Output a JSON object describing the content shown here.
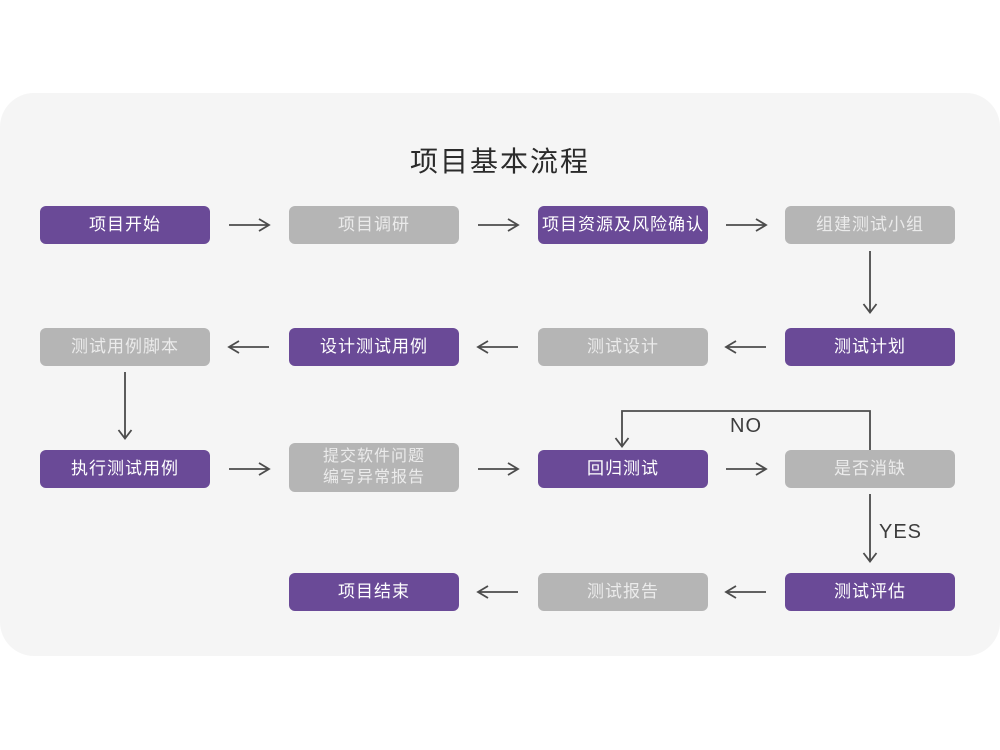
{
  "diagram": {
    "title": "项目基本流程",
    "decision_labels": {
      "no": "NO",
      "yes": "YES"
    }
  },
  "nodes": [
    {
      "label": "项目开始",
      "variant": "purple"
    },
    {
      "label": "项目调研",
      "variant": "gray"
    },
    {
      "label": "项目资源及风险确认",
      "variant": "purple"
    },
    {
      "label": "组建测试小组",
      "variant": "gray"
    },
    {
      "label": "测试用例脚本",
      "variant": "gray"
    },
    {
      "label": "设计测试用例",
      "variant": "purple"
    },
    {
      "label": "测试设计",
      "variant": "gray"
    },
    {
      "label": "测试计划",
      "variant": "purple"
    },
    {
      "label": "执行测试用例",
      "variant": "purple"
    },
    {
      "label": "提交软件问题\n编写异常报告",
      "variant": "gray"
    },
    {
      "label": "回归测试",
      "variant": "purple"
    },
    {
      "label": "是否消缺",
      "variant": "gray"
    },
    {
      "label": "项目结束",
      "variant": "purple"
    },
    {
      "label": "测试报告",
      "variant": "gray"
    },
    {
      "label": "测试评估",
      "variant": "purple"
    }
  ],
  "colors": {
    "panel_bg": "#f5f5f5",
    "purple": "#6a4a97",
    "purple_text": "#ffffff",
    "gray": "#b5b5b5",
    "gray_text": "#ebebeb",
    "arrow": "#4c4c4c",
    "title_text": "#2b2b2b",
    "label_text": "#3d3d3d"
  }
}
